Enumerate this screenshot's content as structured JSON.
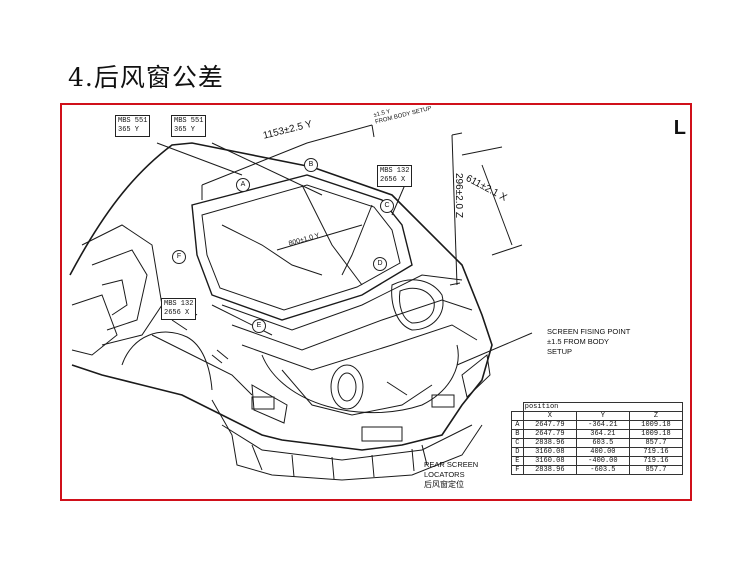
{
  "slide": {
    "title": "4.后风窗公差"
  },
  "drawing": {
    "corner_mark": "L",
    "labels": {
      "mbs_a1": "MBS 551",
      "mbs_a2": "365 Y",
      "mbs_b1": "MBS 551",
      "mbs_b2": "365 Y",
      "mbs_c1": "MBS 132",
      "mbs_c2": "2656 X",
      "mbs_d1": "MBS 132",
      "mbs_d2": "2656 X"
    },
    "dimensions": {
      "width_y": "1153±2.5 Y",
      "tol_note1": "±1.5 Y",
      "tol_note2": "FROM BODY SETUP",
      "height_z": "296±2.0 Z",
      "depth_x": "611±2.1 X",
      "inner_y": "800±1.0 Y"
    },
    "notes": {
      "screen_fixing": "SCREEN FISING POINT",
      "screen_fixing2": "±1.5 FROM BODY",
      "screen_fixing3": "SETUP",
      "rear_screen": "REAR SCREEN",
      "rear_screen2": "LOCATORS",
      "rear_screen_cn": "后风窗定位"
    },
    "points": [
      "A",
      "B",
      "C",
      "D",
      "E",
      "F"
    ]
  },
  "table": {
    "header_position": "position",
    "headers": [
      "",
      "X",
      "Y",
      "Z"
    ],
    "rows": [
      [
        "A",
        "2647.79",
        "-364.21",
        "1009.18"
      ],
      [
        "B",
        "2647.79",
        "364.21",
        "1009.18"
      ],
      [
        "C",
        "2838.96",
        "603.5",
        "857.7"
      ],
      [
        "D",
        "3160.08",
        "400.00",
        "719.16"
      ],
      [
        "E",
        "3160.08",
        "-400.00",
        "719.16"
      ],
      [
        "F",
        "2838.96",
        "-603.5",
        "857.7"
      ]
    ]
  }
}
